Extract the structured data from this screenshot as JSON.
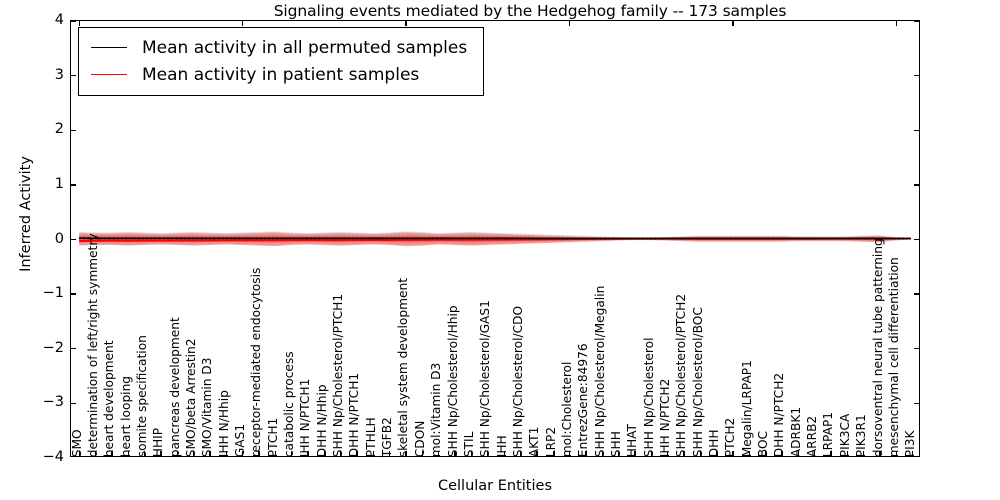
{
  "chart_data": {
    "type": "line",
    "title": "Signaling events mediated by the Hedgehog family -- 173 samples",
    "xlabel": "Cellular Entities",
    "ylabel": "Inferred Activity",
    "ylim": [
      -4,
      4
    ],
    "yticks": [
      4,
      3,
      2,
      1,
      0,
      -1,
      -2,
      -3,
      -4
    ],
    "ytick_labels": [
      "4",
      "3",
      "2",
      "1",
      "0",
      "-1",
      "-2",
      "-3",
      "-4"
    ],
    "grid": false,
    "legend_position": "upper left",
    "n_samples": 173,
    "categories": [
      "SMO",
      "determination of left/right symmetry",
      "heart development",
      "heart looping",
      "somite specification",
      "HHIP",
      "pancreas development",
      "SMO/beta Arrestin2",
      "SMO/Vitamin D3",
      "IHH N/Hhip",
      "GAS1",
      "receptor-mediated endocytosis",
      "PTCH1",
      "catabolic process",
      "IHH N/PTCH1",
      "DHH N/Hhip",
      "SHH Np/Cholesterol/PTCH1",
      "DHH N/PTCH1",
      "PTHLH",
      "TGFB2",
      "skeletal system development",
      "CDON",
      "mol:Vitamin D3",
      "SHH Np/Cholesterol/Hhip",
      "STIL",
      "SHH Np/Cholesterol/GAS1",
      "IHH",
      "SHH Np/Cholesterol/CDO",
      "AKT1",
      "LRP2",
      "mol:Cholesterol",
      "EntrezGene:84976",
      "SHH Np/Cholesterol/Megalin",
      "SHH",
      "HHAT",
      "SHH Np/Cholesterol",
      "IHH N/PTCH2",
      "SHH Np/Cholesterol/PTCH2",
      "SHH Np/Cholesterol/BOC",
      "DHH",
      "PTCH2",
      "Megalin/LRPAP1",
      "BOC",
      "DHH N/PTCH2",
      "ADRBK1",
      "ARRB2",
      "LRPAP1",
      "PIK3CA",
      "PIK3R1",
      "dorsoventral neural tube patterning",
      "mesenchymal cell differentiation",
      "PI3K"
    ],
    "series": [
      {
        "name": "Mean activity in all permuted samples",
        "color": "#000000",
        "style": "solid",
        "values": [
          0.005,
          0.004,
          0.004,
          0.004,
          0.003,
          0.004,
          0.003,
          0.004,
          0.003,
          0.004,
          0.003,
          0.004,
          0.003,
          0.004,
          0.004,
          0.003,
          0.004,
          0.003,
          0.004,
          0.003,
          0.004,
          0.003,
          0.004,
          0.003,
          0.004,
          0.003,
          0.003,
          0.003,
          0.002,
          0.002,
          0.002,
          0.001,
          0.001,
          0.001,
          0.001,
          0.001,
          0.001,
          0.001,
          0.001,
          0.001,
          0.001,
          0.001,
          0.001,
          0.001,
          0.001,
          0.001,
          0.001,
          0.001,
          0.001,
          0.001,
          0.0,
          0.0
        ]
      },
      {
        "name": "Mean activity in patient samples",
        "color": "#ff0000",
        "style": "solid",
        "values": [
          -0.045,
          -0.042,
          -0.04,
          -0.04,
          -0.038,
          -0.038,
          -0.036,
          -0.036,
          -0.034,
          -0.034,
          -0.033,
          -0.032,
          -0.032,
          -0.031,
          -0.03,
          -0.03,
          -0.029,
          -0.028,
          -0.028,
          -0.027,
          -0.026,
          -0.025,
          -0.024,
          -0.023,
          -0.022,
          -0.021,
          -0.02,
          -0.018,
          -0.016,
          -0.014,
          -0.012,
          -0.01,
          -0.008,
          -0.006,
          -0.005,
          -0.005,
          -0.005,
          -0.005,
          -0.005,
          -0.005,
          -0.005,
          -0.005,
          -0.005,
          -0.004,
          -0.004,
          -0.004,
          -0.003,
          -0.003,
          -0.003,
          -0.002,
          -0.001,
          -0.001
        ]
      }
    ],
    "bands": [
      {
        "name": "permuted-samples-spread",
        "color": "#999999",
        "opacity": 0.35,
        "upper": [
          0.12,
          0.11,
          0.11,
          0.12,
          0.11,
          0.1,
          0.11,
          0.12,
          0.11,
          0.1,
          0.11,
          0.12,
          0.13,
          0.11,
          0.1,
          0.11,
          0.12,
          0.11,
          0.1,
          0.11,
          0.13,
          0.12,
          0.1,
          0.11,
          0.12,
          0.11,
          0.1,
          0.09,
          0.08,
          0.07,
          0.06,
          0.05,
          0.04,
          0.03,
          0.02,
          0.02,
          0.03,
          0.04,
          0.05,
          0.05,
          0.05,
          0.05,
          0.05,
          0.05,
          0.04,
          0.04,
          0.04,
          0.04,
          0.05,
          0.06,
          0.03,
          0.01
        ],
        "lower": [
          -0.12,
          -0.11,
          -0.11,
          -0.12,
          -0.11,
          -0.1,
          -0.11,
          -0.12,
          -0.11,
          -0.1,
          -0.11,
          -0.12,
          -0.13,
          -0.11,
          -0.1,
          -0.11,
          -0.12,
          -0.11,
          -0.1,
          -0.11,
          -0.13,
          -0.12,
          -0.1,
          -0.11,
          -0.12,
          -0.11,
          -0.1,
          -0.09,
          -0.08,
          -0.07,
          -0.06,
          -0.05,
          -0.04,
          -0.03,
          -0.02,
          -0.02,
          -0.03,
          -0.04,
          -0.05,
          -0.05,
          -0.05,
          -0.05,
          -0.05,
          -0.05,
          -0.04,
          -0.04,
          -0.04,
          -0.04,
          -0.05,
          -0.06,
          -0.03,
          -0.01
        ]
      },
      {
        "name": "patient-samples-spread",
        "color": "#ff0000",
        "opacity": 0.3,
        "upper": [
          0.1,
          0.09,
          0.09,
          0.1,
          0.09,
          0.08,
          0.09,
          0.1,
          0.09,
          0.08,
          0.09,
          0.1,
          0.11,
          0.09,
          0.08,
          0.09,
          0.1,
          0.09,
          0.08,
          0.09,
          0.11,
          0.1,
          0.08,
          0.09,
          0.1,
          0.09,
          0.08,
          0.07,
          0.06,
          0.05,
          0.04,
          0.03,
          0.02,
          0.02,
          0.01,
          0.01,
          0.02,
          0.03,
          0.04,
          0.04,
          0.04,
          0.04,
          0.04,
          0.04,
          0.03,
          0.03,
          0.03,
          0.03,
          0.04,
          0.05,
          0.02,
          0.01
        ],
        "lower": [
          -0.13,
          -0.12,
          -0.12,
          -0.13,
          -0.12,
          -0.11,
          -0.12,
          -0.13,
          -0.12,
          -0.11,
          -0.12,
          -0.13,
          -0.14,
          -0.12,
          -0.11,
          -0.12,
          -0.13,
          -0.12,
          -0.11,
          -0.12,
          -0.14,
          -0.13,
          -0.11,
          -0.12,
          -0.13,
          -0.12,
          -0.11,
          -0.1,
          -0.09,
          -0.08,
          -0.07,
          -0.06,
          -0.05,
          -0.04,
          -0.03,
          -0.03,
          -0.04,
          -0.05,
          -0.06,
          -0.06,
          -0.06,
          -0.06,
          -0.06,
          -0.06,
          -0.05,
          -0.05,
          -0.05,
          -0.05,
          -0.06,
          -0.07,
          -0.04,
          -0.02
        ]
      }
    ],
    "markers": {
      "name": "permuted-mean-dotted-overlay",
      "color": "#000000",
      "style": "dotted"
    }
  },
  "legend": {
    "items": [
      {
        "label": "Mean activity in all permuted samples",
        "color": "#000000"
      },
      {
        "label": "Mean activity in patient samples",
        "color": "#ff0000"
      }
    ]
  }
}
